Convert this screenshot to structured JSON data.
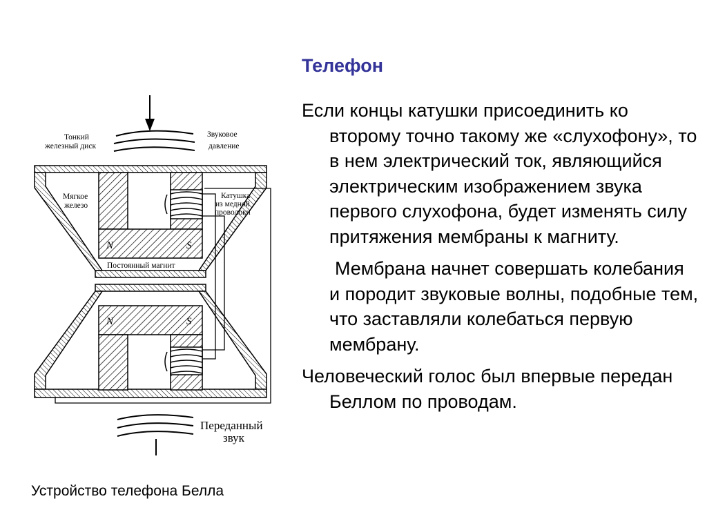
{
  "title": "Телефон",
  "paragraphs": [
    "Если концы катушки присоединить ко второму точно такому же «слухофону», то в нем электрический ток, являющийся электрическим изображением звука первого слухофона, будет изменять силу притяжения мембраны к магниту.",
    "Мембрана начнет совершать колебания и породит звуковые волны, подобные тем, что заставляли колебаться первую мембрану.",
    "Человеческий голос был впервые передан Беллом по проводам."
  ],
  "caption": "Устройство телефона Белла",
  "diagram": {
    "labels": {
      "thin_disk_line1": "Тонкий",
      "thin_disk_line2": "железный диск",
      "sound_pressure_line1": "Звуковое",
      "sound_pressure_line2": "давление",
      "soft_iron_line1": "Мягкое",
      "soft_iron_line2": "железо",
      "coil_line1": "Катушка",
      "coil_line2": "из медной",
      "coil_line3": "проволоки",
      "permanent_magnet": "Постоянный магнит",
      "transmitted_line1": "Переданный",
      "transmitted_line2": "звук",
      "pole_n": "N",
      "pole_s": "S"
    }
  },
  "colors": {
    "title": "#333399",
    "text": "#000000"
  }
}
